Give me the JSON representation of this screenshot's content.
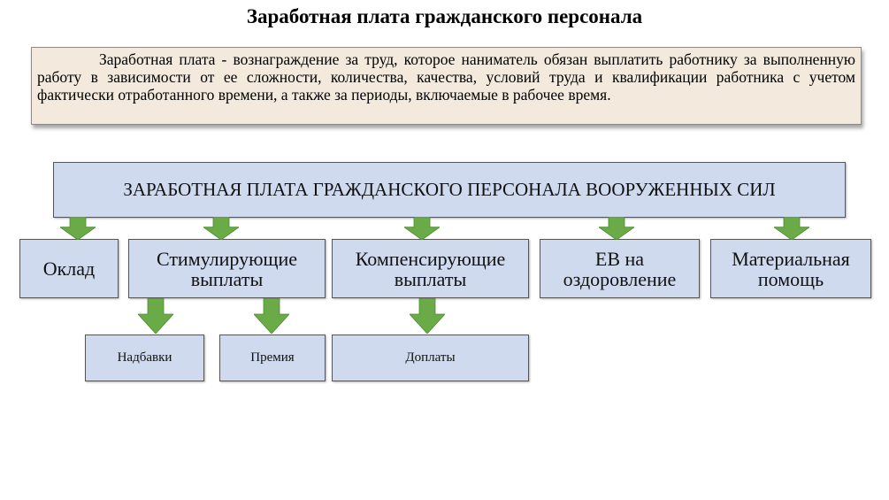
{
  "title": "Заработная плата гражданского персонала",
  "definition": "Заработная плата - вознаграждение за труд, которое наниматель обязан выплатить работнику за выполненную работу в зависимости от ее сложности, количества, качества, условий труда и квалификации работника с учетом фактически отработанного времени, а также за периоды, включаемые в рабочее время.",
  "root": "ЗАРАБОТНАЯ ПЛАТА ГРАЖДАНСКОГО ПЕРСОНАЛА ВООРУЖЕННЫХ СИЛ",
  "level2": [
    "Оклад",
    "Стимулирующие выплаты",
    "Компенсирующие выплаты",
    "ЕВ на оздоровление",
    "Материальная помощь"
  ],
  "level3": [
    "Надбавки",
    "Премия",
    "Доплаты"
  ],
  "colors": {
    "box": "#cfdaef",
    "arrow": "#6aab48",
    "definition_bg": "#f3e9dd"
  }
}
